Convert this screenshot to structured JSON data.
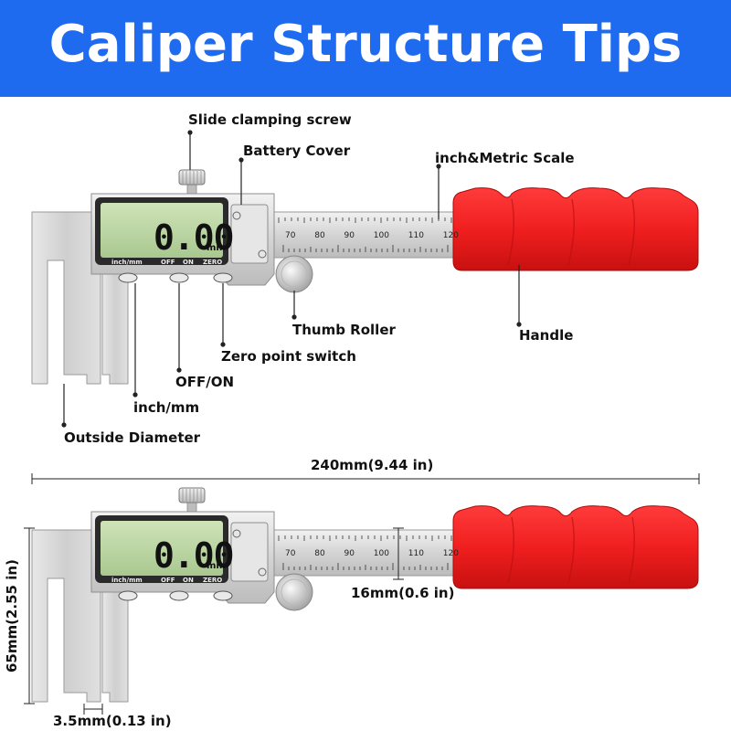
{
  "header": {
    "title": "Caliper Structure Tips",
    "color": "#1e6bf0"
  },
  "labels": {
    "slide_clamping_screw": "Slide clamping screw",
    "battery_cover": "Battery Cover",
    "scale": "inch&Metric Scale",
    "thumb_roller": "Thumb Roller",
    "handle": "Handle",
    "zero_point_switch": "Zero point switch",
    "off_on": "OFF/ON",
    "inch_mm": "inch/mm",
    "outside_diameter": "Outside Diameter"
  },
  "display": {
    "reading": "0.00",
    "unit": "mm",
    "buttons": [
      "inch/mm",
      "OFF",
      "ON",
      "ZERO"
    ]
  },
  "scale": {
    "metric_numbers": [
      "70",
      "80",
      "90",
      "100",
      "110",
      "120"
    ]
  },
  "dimensions": {
    "length": "240mm(9.44 in)",
    "height": "65mm(2.55 in)",
    "thickness": "16mm(0.6 in)",
    "tip": "3.5mm(0.13 in)"
  },
  "colors": {
    "handle": "#f01f1f",
    "lcd": "#b8d4a0",
    "steel": "#d6d6d6"
  }
}
